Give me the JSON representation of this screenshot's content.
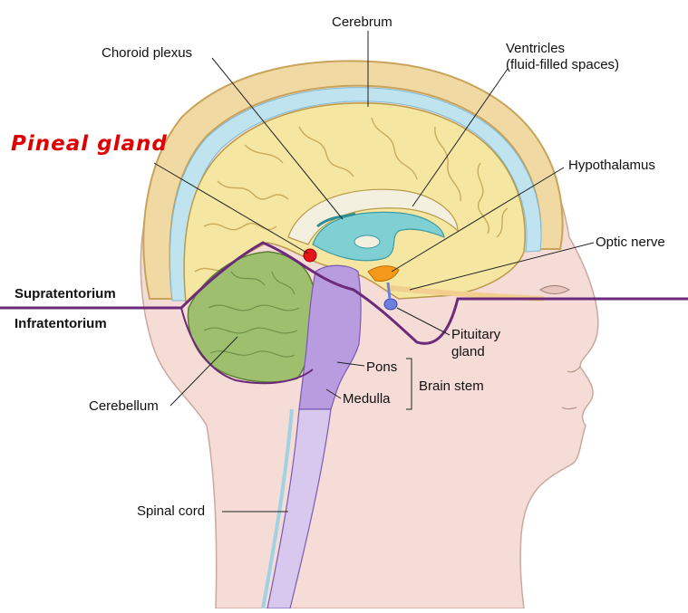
{
  "labels": {
    "cerebrum": "Cerebrum",
    "choroid_plexus": "Choroid plexus",
    "ventricles_line1": "Ventricles",
    "ventricles_line2": "(fluid-filled spaces)",
    "pineal_gland": "Pineal gland",
    "hypothalamus": "Hypothalamus",
    "optic_nerve": "Optic nerve",
    "supratentorium": "Supratentorium",
    "infratentorium": "Infratentorium",
    "pituitary_line1": "Pituitary",
    "pituitary_line2": "gland",
    "pons": "Pons",
    "brain_stem": "Brain stem",
    "medulla": "Medulla",
    "cerebellum": "Cerebellum",
    "spinal_cord": "Spinal cord"
  },
  "colors": {
    "skin": "#f6dcd6",
    "skull": "#f1d9a3",
    "csf": "#bfe3ef",
    "cerebrum": "#f5e6a1",
    "ventricle": "#7fcfd3",
    "cerebellum": "#9dbf6e",
    "brainstem": "#b99be0",
    "pineal": "#e8141b",
    "hypothalamus": "#f39a1d",
    "pituitary": "#6f7fe0",
    "tentorium": "#6b2a7a",
    "highlight_label": "#e00000"
  }
}
